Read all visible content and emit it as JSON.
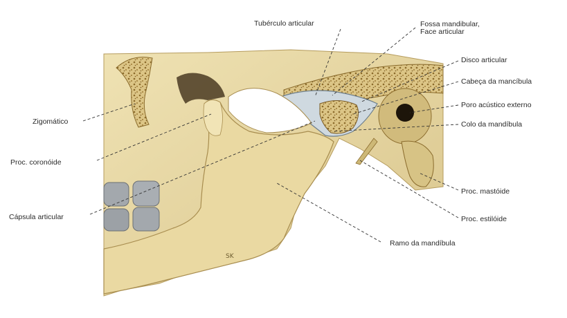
{
  "labels": {
    "tuberculo": "Tubérculo articular",
    "fossa": "Fossa mandibular,\nFace articular",
    "disco": "Disco articular",
    "cabeca": "Cabeça da mancíbula",
    "poro": "Poro acústico externo",
    "colo": "Colo da mandíbula",
    "zigomatico": "Zigomático",
    "coronoide": "Proc. coronóide",
    "capsula": "Cápsula articular",
    "mastoide": "Proc. mastóide",
    "estiloide": "Proc. estilóide",
    "ramo": "Ramo da mandíbula"
  },
  "signature": "SK",
  "colors": {
    "bone": "#e8d9a4",
    "bone_shade": "#c9b47a",
    "spongy": "#d8c27e",
    "teeth": "#9ea3a8",
    "cartilage": "#cfd8df",
    "leader": "#333333"
  }
}
